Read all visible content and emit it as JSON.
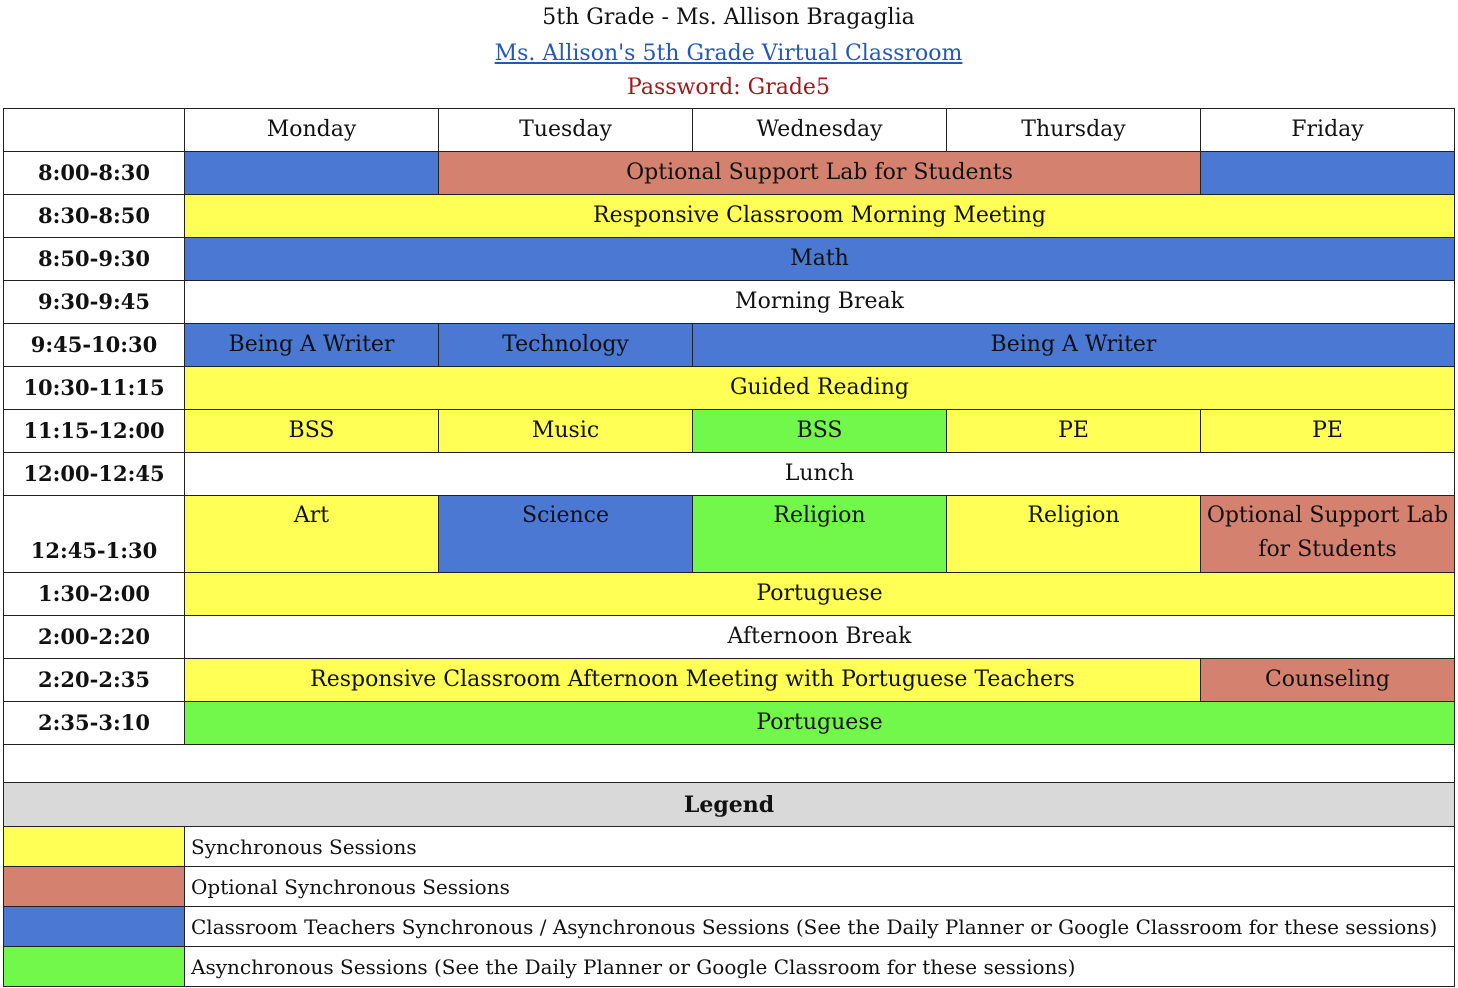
{
  "header": {
    "title": "5th Grade - Ms. Allison Bragaglia",
    "link": "Ms. Allison's 5th Grade Virtual Classroom",
    "password": "Password: Grade5"
  },
  "colors": {
    "sync": "#ffff55",
    "optional": "#d4826f",
    "teacher": "#4a78d2",
    "async": "#72f84a",
    "none": "#ffffff"
  },
  "days": [
    "Monday",
    "Tuesday",
    "Wednesday",
    "Thursday",
    "Friday"
  ],
  "rows": [
    {
      "time": "8:00-8:30",
      "cells": [
        {
          "text": "",
          "span": 1,
          "color": "teacher"
        },
        {
          "text": "Optional Support Lab for Students",
          "span": 3,
          "color": "optional"
        },
        {
          "text": "",
          "span": 1,
          "color": "teacher"
        }
      ]
    },
    {
      "time": "8:30-8:50",
      "cells": [
        {
          "text": "Responsive Classroom Morning Meeting",
          "span": 5,
          "color": "sync"
        }
      ]
    },
    {
      "time": "8:50-9:30",
      "cells": [
        {
          "text": "Math",
          "span": 5,
          "color": "teacher"
        }
      ]
    },
    {
      "time": "9:30-9:45",
      "cells": [
        {
          "text": "Morning Break",
          "span": 5,
          "color": "none"
        }
      ]
    },
    {
      "time": "9:45-10:30",
      "cells": [
        {
          "text": "Being A Writer",
          "span": 1,
          "color": "teacher"
        },
        {
          "text": "Technology",
          "span": 1,
          "color": "teacher"
        },
        {
          "text": "Being A Writer",
          "span": 3,
          "color": "teacher"
        }
      ]
    },
    {
      "time": "10:30-11:15",
      "cells": [
        {
          "text": "Guided Reading",
          "span": 5,
          "color": "sync"
        }
      ]
    },
    {
      "time": "11:15-12:00",
      "cells": [
        {
          "text": "BSS",
          "span": 1,
          "color": "sync"
        },
        {
          "text": "Music",
          "span": 1,
          "color": "sync"
        },
        {
          "text": "BSS",
          "span": 1,
          "color": "async"
        },
        {
          "text": "PE",
          "span": 1,
          "color": "sync"
        },
        {
          "text": "PE",
          "span": 1,
          "color": "sync"
        }
      ]
    },
    {
      "time": "12:00-12:45",
      "cells": [
        {
          "text": "Lunch",
          "span": 5,
          "color": "none"
        }
      ]
    },
    {
      "time": "12:45-1:30",
      "tall": true,
      "cells": [
        {
          "text": "Art",
          "span": 1,
          "color": "sync"
        },
        {
          "text": "Science",
          "span": 1,
          "color": "teacher"
        },
        {
          "text": "Religion",
          "span": 1,
          "color": "async"
        },
        {
          "text": "Religion",
          "span": 1,
          "color": "sync"
        },
        {
          "text": "Optional Support Lab for Students",
          "span": 1,
          "color": "optional"
        }
      ]
    },
    {
      "time": "1:30-2:00",
      "cells": [
        {
          "text": "Portuguese",
          "span": 5,
          "color": "sync"
        }
      ]
    },
    {
      "time": "2:00-2:20",
      "cells": [
        {
          "text": "Afternoon Break",
          "span": 5,
          "color": "none"
        }
      ]
    },
    {
      "time": "2:20-2:35",
      "cells": [
        {
          "text": "Responsive Classroom Afternoon Meeting with Portuguese Teachers",
          "span": 4,
          "color": "sync"
        },
        {
          "text": "Counseling",
          "span": 1,
          "color": "optional"
        }
      ]
    },
    {
      "time": "2:35-3:10",
      "cells": [
        {
          "text": "Portuguese",
          "span": 5,
          "color": "async"
        }
      ]
    }
  ],
  "legend": {
    "title": "Legend",
    "items": [
      {
        "color": "sync",
        "label": "Synchronous Sessions"
      },
      {
        "color": "optional",
        "label": "Optional Synchronous Sessions"
      },
      {
        "color": "teacher",
        "label": "Classroom Teachers Synchronous / Asynchronous Sessions (See the Daily Planner or Google Classroom for these sessions)"
      },
      {
        "color": "async",
        "label": " Asynchronous Sessions (See the Daily Planner or Google Classroom for these sessions)"
      }
    ]
  }
}
